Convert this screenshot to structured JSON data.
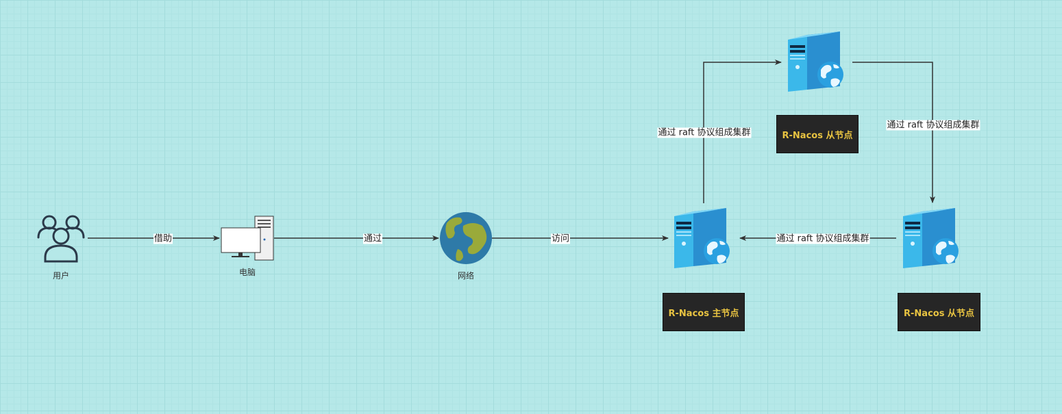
{
  "nodes": {
    "user": {
      "label": "用户",
      "icon": "users-icon"
    },
    "computer": {
      "label": "电脑",
      "icon": "desktop-computer-icon"
    },
    "network": {
      "label": "网络",
      "icon": "globe-icon"
    },
    "master": {
      "icon": "server-icon"
    },
    "follower_top": {
      "icon": "server-icon"
    },
    "follower_right": {
      "icon": "server-icon"
    }
  },
  "boxes": {
    "master": "R-Nacos 主节点",
    "follower_top": "R-Nacos 从节点",
    "follower_right": "R-Nacos 从节点"
  },
  "edges": {
    "user_to_computer": "借助",
    "computer_to_network": "通过",
    "network_to_master": "访问",
    "master_to_top": "通过 raft 协议组成集群",
    "top_to_right": "通过 raft 协议组成集群",
    "right_to_master": "通过 raft 协议组成集群"
  },
  "colors": {
    "background": "#b5e8e8",
    "box_fill": "#262626",
    "box_text": "#e8c341",
    "server_blue": "#2f9fd8"
  }
}
